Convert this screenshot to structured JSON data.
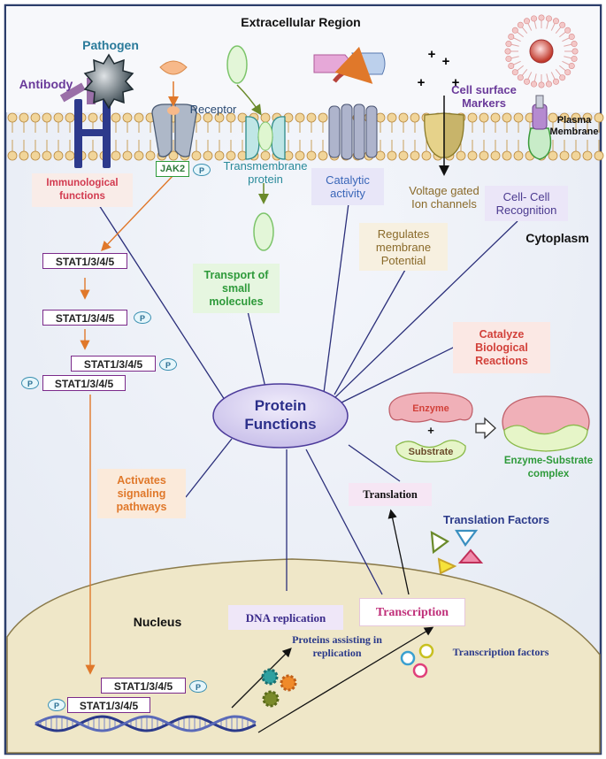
{
  "regions": {
    "extracellular": "Extracellular Region",
    "cytoplasm": "Cytoplasm",
    "nucleus": "Nucleus"
  },
  "membrane": {
    "pathogen": "Pathogen",
    "antibody": "Antibody",
    "receptor": "Receptor",
    "jak2": "JAK2",
    "transmembrane_line1": "Transmembrane",
    "transmembrane_line2": "protein",
    "cell_surface_line1": "Cell surface",
    "cell_surface_line2": "Markers",
    "plasma_line1": "Plasma",
    "plasma_line2": "Membrane",
    "ion_line1": "Voltage gated",
    "ion_line2": "Ion channels"
  },
  "functions": {
    "center_line1": "Protein",
    "center_line2": "Functions",
    "immunological_line1": "Immunological",
    "immunological_line2": "functions",
    "catalytic_line1": "Catalytic",
    "catalytic_line2": "activity",
    "cell_cell_line1": "Cell- Cell",
    "cell_cell_line2": "Recognition",
    "regulates_line1": "Regulates",
    "regulates_line2": "membrane",
    "regulates_line3": "Potential",
    "transport_line1": "Transport of",
    "transport_line2": "small",
    "transport_line3": "molecules",
    "catalyze_line1": "Catalyze",
    "catalyze_line2": "Biological",
    "catalyze_line3": "Reactions",
    "activates_line1": "Activates",
    "activates_line2": "signaling",
    "activates_line3": "pathways",
    "translation": "Translation",
    "transcription": "Transcription",
    "dna_replication": "DNA replication"
  },
  "enzyme": {
    "enzyme": "Enzyme",
    "plus": "+",
    "substrate": "Substrate",
    "complex_line1": "Enzyme-Substrate",
    "complex_line2": "complex"
  },
  "stat": {
    "label": "STAT1/3/4/5",
    "p": "P"
  },
  "factors": {
    "translation_factors": "Translation Factors",
    "transcription_factors": "Transcription factors",
    "replication_line1": "Proteins assisting in",
    "replication_line2": "replication"
  },
  "charges": {
    "plus": "+"
  },
  "colors": {
    "immunological": "#d23a4f",
    "catalytic": "#3a66b8",
    "cell_cell": "#4b3a8f",
    "regulates": "#8a6a2a",
    "transport": "#2e9a3a",
    "catalyze": "#d2413a",
    "activates": "#e0782a",
    "stat_border": "#7b2a8a",
    "line": "#2b2f7a"
  }
}
